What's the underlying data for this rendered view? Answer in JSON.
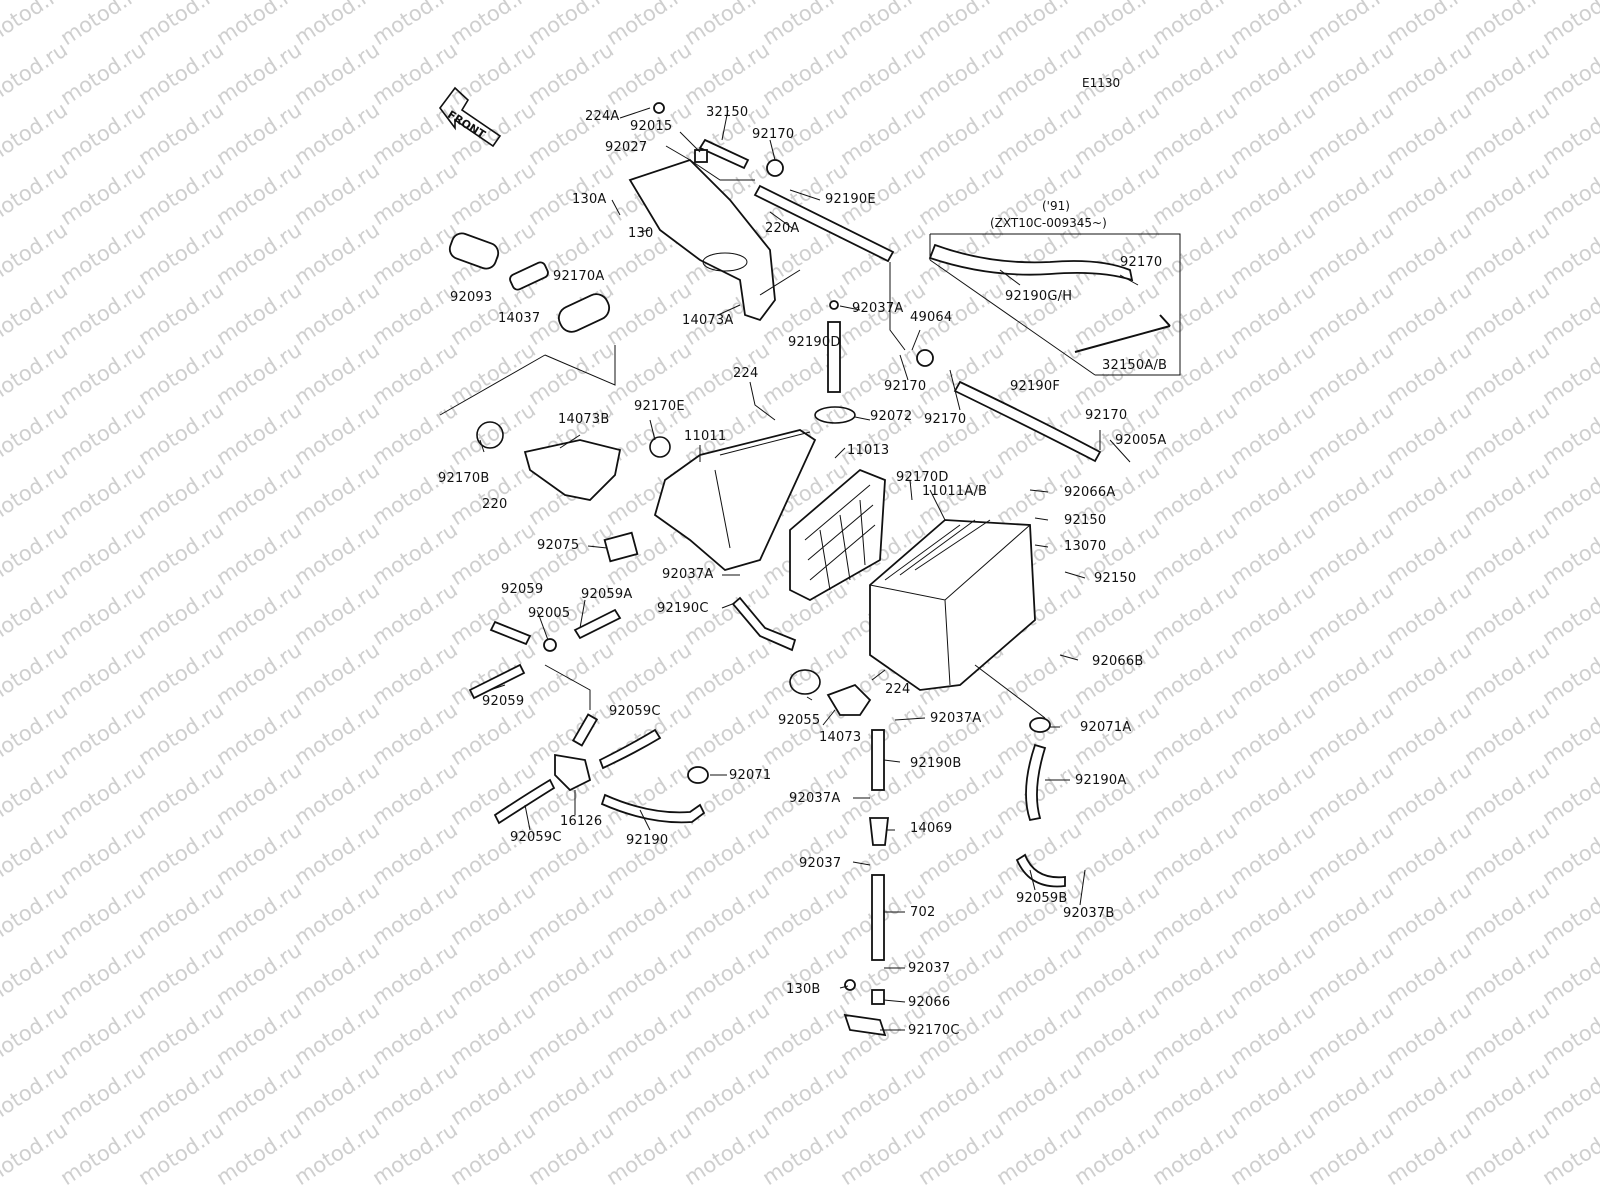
{
  "diagram_code": "E1130",
  "front_label": "FRONT",
  "watermark": "motod.ru",
  "variant_note": {
    "year": "('91)",
    "serial": "(ZXT10C-009345~)"
  },
  "parts": [
    {
      "id": "p224a",
      "label": "224A"
    },
    {
      "id": "p32150",
      "label": "32150"
    },
    {
      "id": "p92015",
      "label": "92015"
    },
    {
      "id": "p92170_top",
      "label": "92170"
    },
    {
      "id": "p92027",
      "label": "92027"
    },
    {
      "id": "p130a",
      "label": "130A"
    },
    {
      "id": "p92190e",
      "label": "92190E"
    },
    {
      "id": "p220a",
      "label": "220A"
    },
    {
      "id": "p130",
      "label": "130"
    },
    {
      "id": "p92093",
      "label": "92093"
    },
    {
      "id": "p92170a",
      "label": "92170A"
    },
    {
      "id": "p14037",
      "label": "14037"
    },
    {
      "id": "p14073a",
      "label": "14073A"
    },
    {
      "id": "p92037a_1",
      "label": "92037A"
    },
    {
      "id": "p49064",
      "label": "49064"
    },
    {
      "id": "p92190d",
      "label": "92190D"
    },
    {
      "id": "p92170_var",
      "label": "92170"
    },
    {
      "id": "p92190gh",
      "label": "92190G/H"
    },
    {
      "id": "p32150ab",
      "label": "32150A/B"
    },
    {
      "id": "p92170_mid1",
      "label": "92170"
    },
    {
      "id": "p92190f",
      "label": "92190F"
    },
    {
      "id": "p92170_mid2",
      "label": "92170"
    },
    {
      "id": "p224_top",
      "label": "224"
    },
    {
      "id": "p92072",
      "label": "92072"
    },
    {
      "id": "p92170_right",
      "label": "92170"
    },
    {
      "id": "p92005a",
      "label": "92005A"
    },
    {
      "id": "p14073b",
      "label": "14073B"
    },
    {
      "id": "p92170e",
      "label": "92170E"
    },
    {
      "id": "p11011",
      "label": "11011"
    },
    {
      "id": "p11013",
      "label": "11013"
    },
    {
      "id": "p92170b",
      "label": "92170B"
    },
    {
      "id": "p220",
      "label": "220"
    },
    {
      "id": "p92170d",
      "label": "92170D"
    },
    {
      "id": "p11011ab",
      "label": "11011A/B"
    },
    {
      "id": "p92066a",
      "label": "92066A"
    },
    {
      "id": "p92150_1",
      "label": "92150"
    },
    {
      "id": "p13070",
      "label": "13070"
    },
    {
      "id": "p92150_2",
      "label": "92150"
    },
    {
      "id": "p92075",
      "label": "92075"
    },
    {
      "id": "p92037a_2",
      "label": "92037A"
    },
    {
      "id": "p92190c",
      "label": "92190C"
    },
    {
      "id": "p92059_top",
      "label": "92059"
    },
    {
      "id": "p92059a",
      "label": "92059A"
    },
    {
      "id": "p92005",
      "label": "92005"
    },
    {
      "id": "p92066b",
      "label": "92066B"
    },
    {
      "id": "p92059_bot",
      "label": "92059"
    },
    {
      "id": "p224_bot",
      "label": "224"
    },
    {
      "id": "p92055",
      "label": "92055"
    },
    {
      "id": "p14073",
      "label": "14073"
    },
    {
      "id": "p92037a_3",
      "label": "92037A"
    },
    {
      "id": "p92071a",
      "label": "92071A"
    },
    {
      "id": "p92059c_top",
      "label": "92059C"
    },
    {
      "id": "p92190b",
      "label": "92190B"
    },
    {
      "id": "p92190a",
      "label": "92190A"
    },
    {
      "id": "p92071",
      "label": "92071"
    },
    {
      "id": "p92037a_4",
      "label": "92037A"
    },
    {
      "id": "p14069",
      "label": "14069"
    },
    {
      "id": "p16126",
      "label": "16126"
    },
    {
      "id": "p92059c_bot",
      "label": "92059C"
    },
    {
      "id": "p92190",
      "label": "92190"
    },
    {
      "id": "p92037_1",
      "label": "92037"
    },
    {
      "id": "p92059b",
      "label": "92059B"
    },
    {
      "id": "p92037b",
      "label": "92037B"
    },
    {
      "id": "p702",
      "label": "702"
    },
    {
      "id": "p92037_2",
      "label": "92037"
    },
    {
      "id": "p130b",
      "label": "130B"
    },
    {
      "id": "p92066",
      "label": "92066"
    },
    {
      "id": "p92170c",
      "label": "92170C"
    }
  ]
}
